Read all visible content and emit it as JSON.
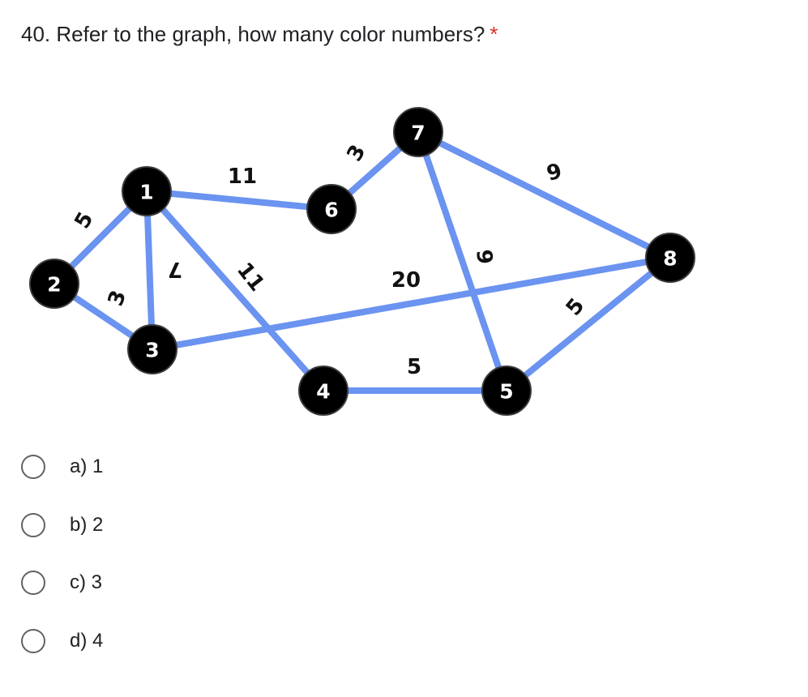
{
  "question": {
    "title": "40. Refer to the graph, how many color numbers?",
    "required_mark": "*"
  },
  "graph": {
    "nodes": [
      {
        "id": "1",
        "label": "1"
      },
      {
        "id": "2",
        "label": "2"
      },
      {
        "id": "3",
        "label": "3"
      },
      {
        "id": "4",
        "label": "4"
      },
      {
        "id": "5",
        "label": "5"
      },
      {
        "id": "6",
        "label": "6"
      },
      {
        "id": "7",
        "label": "7"
      },
      {
        "id": "8",
        "label": "8"
      }
    ],
    "edges": [
      {
        "from": "2",
        "to": "1",
        "weight": "5"
      },
      {
        "from": "2",
        "to": "3",
        "weight": "3"
      },
      {
        "from": "1",
        "to": "3",
        "weight": "7"
      },
      {
        "from": "1",
        "to": "6",
        "weight": "11"
      },
      {
        "from": "1",
        "to": "4",
        "weight": "11"
      },
      {
        "from": "6",
        "to": "7",
        "weight": "3"
      },
      {
        "from": "7",
        "to": "8",
        "weight": "9"
      },
      {
        "from": "7",
        "to": "5",
        "weight": "9"
      },
      {
        "from": "3",
        "to": "8",
        "weight": "20"
      },
      {
        "from": "4",
        "to": "5",
        "weight": "5"
      },
      {
        "from": "5",
        "to": "8",
        "weight": "5"
      }
    ],
    "edge_color": "#6b93f0",
    "node_color": "#000000"
  },
  "options": [
    {
      "label": "a) 1"
    },
    {
      "label": "b) 2"
    },
    {
      "label": "c) 3"
    },
    {
      "label": "d) 4"
    }
  ]
}
